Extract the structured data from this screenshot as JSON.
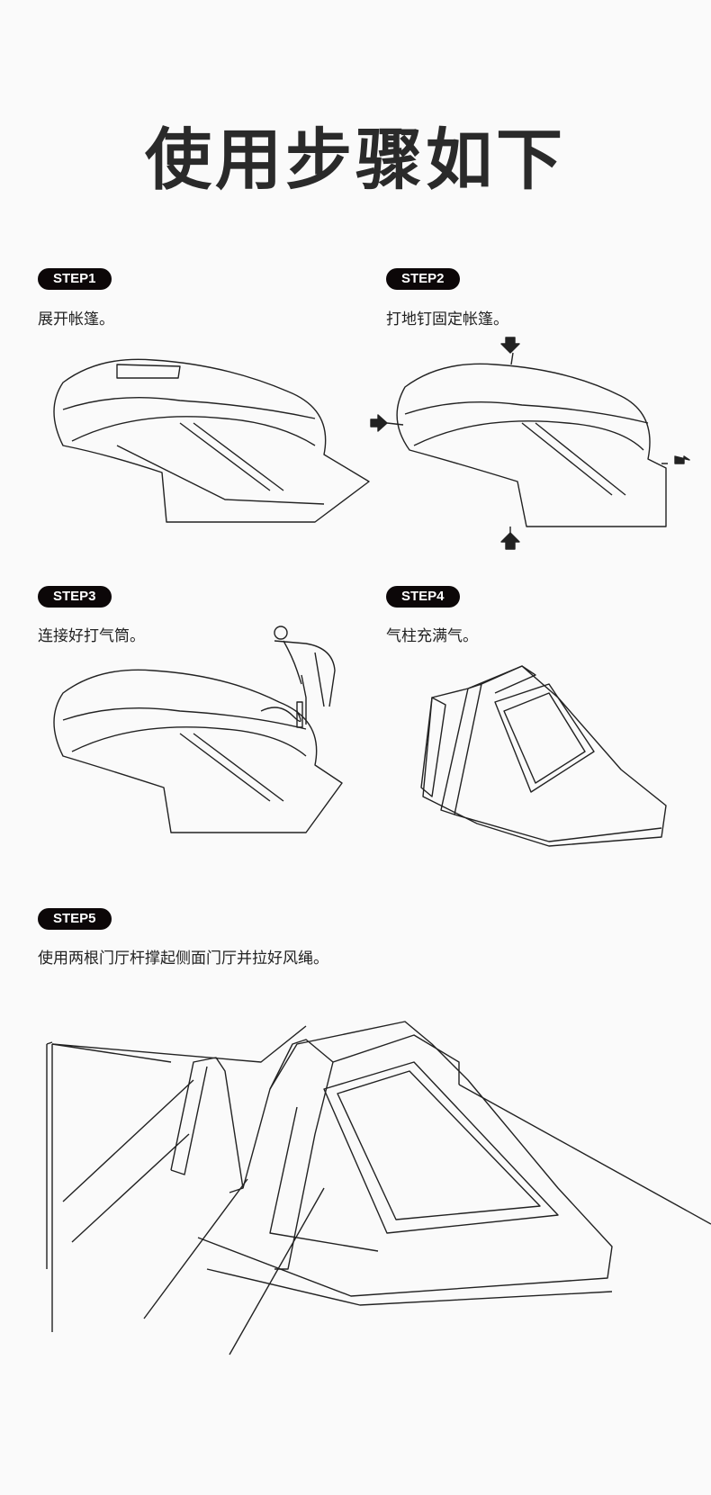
{
  "title": "使用步骤如下",
  "steps": [
    {
      "label": "STEP1",
      "text": "展开帐篷。"
    },
    {
      "label": "STEP2",
      "text": "打地钉固定帐篷。"
    },
    {
      "label": "STEP3",
      "text": "连接好打气筒。"
    },
    {
      "label": "STEP4",
      "text": "气柱充满气。"
    },
    {
      "label": "STEP5",
      "text": "使用两根门厅杆撑起侧面门厅并拉好风绳。"
    }
  ]
}
